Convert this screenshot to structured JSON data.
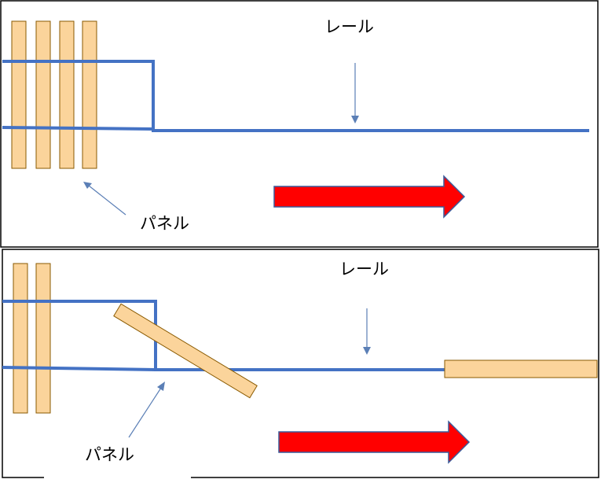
{
  "colors": {
    "rail": "#4472C4",
    "panel_fill": "#FBD49B",
    "panel_stroke": "#8A5A00",
    "arrow_fill": "#FF0000",
    "arrow_stroke": "#3A5A9A",
    "pointer": "#5B7FB6",
    "frame": "#000000"
  },
  "top_scene": {
    "rail_label": "レール",
    "panel_label": "パネル"
  },
  "bottom_scene": {
    "rail_label": "レール",
    "panel_label": "パネル"
  }
}
